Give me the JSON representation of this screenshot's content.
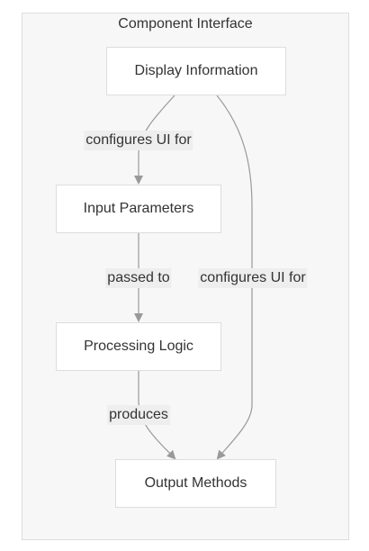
{
  "diagram": {
    "cluster_title": "Component Interface",
    "nodes": {
      "display": "Display Information",
      "input": "Input Parameters",
      "processing": "Processing Logic",
      "output": "Output Methods"
    },
    "edges": {
      "display_to_input": "configures UI for",
      "input_to_processing": "passed to",
      "display_to_output": "configures UI for",
      "processing_to_output": "produces"
    },
    "colors": {
      "cluster_fill": "#f7f7f7",
      "cluster_border": "#dddddd",
      "node_fill": "#ffffff",
      "node_border": "#dddddd",
      "edge_stroke": "#999999",
      "label_background": "#eeeeee",
      "text": "#333333"
    }
  }
}
